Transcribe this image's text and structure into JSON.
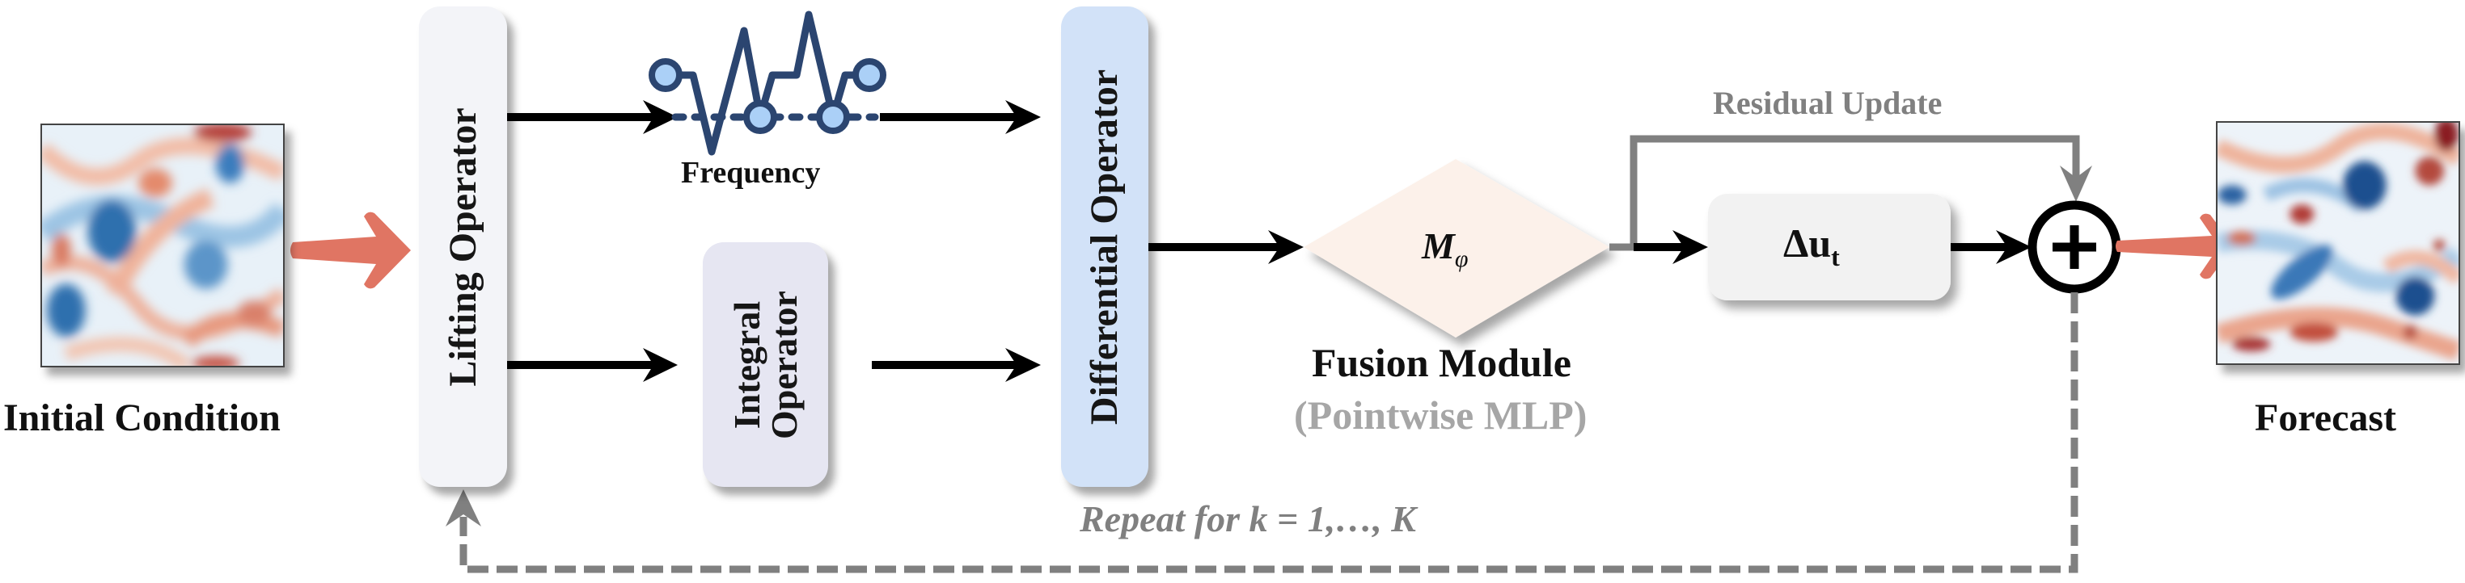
{
  "input": {
    "label": "Initial Condition"
  },
  "output": {
    "label": "Forecast"
  },
  "blocks": {
    "lifting": {
      "label": "Lifting Operator",
      "color": "#f3f4f8"
    },
    "integral": {
      "label_line1": "Integral",
      "label_line2": "Operator",
      "color": "#e6e6f2"
    },
    "differential": {
      "label": "Differential Operator",
      "color": "#d2e2f8"
    },
    "fusion": {
      "symbol": "M",
      "subscript": "φ",
      "label": "Fusion Module",
      "sublabel": "(Pointwise MLP)",
      "color": "#fcf1ea"
    },
    "delta": {
      "symbol": "Δu",
      "subscript": "t",
      "color": "#f2f2f2"
    }
  },
  "frequency": {
    "label": "Frequency",
    "icon": "frequency-spectrum-icon",
    "line_color": "#2b4570",
    "dot_color": "#abd0f7"
  },
  "sum_node": {
    "symbol": "+",
    "icon": "plus-circle-icon"
  },
  "residual": {
    "label": "Residual Update",
    "color": "#808080"
  },
  "loop": {
    "label": "Repeat for k = 1,…, K",
    "color": "#808080"
  },
  "colors": {
    "flow_arrow": "#e07563",
    "arrow": "#000000",
    "gray_text": "#a6a6a6"
  }
}
